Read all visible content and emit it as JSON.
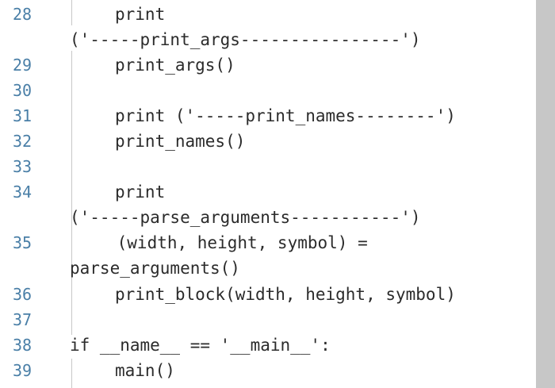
{
  "editor": {
    "lines": [
      {
        "number": "28",
        "text": "print"
      },
      {
        "number": "",
        "text": "('-----print_args----------------')"
      },
      {
        "number": "29",
        "text": "print_args()"
      },
      {
        "number": "30",
        "text": ""
      },
      {
        "number": "31",
        "text": "print ('-----print_names--------')"
      },
      {
        "number": "32",
        "text": "print_names()"
      },
      {
        "number": "33",
        "text": ""
      },
      {
        "number": "34",
        "text": "print"
      },
      {
        "number": "",
        "text": "('-----parse_arguments-----------')"
      },
      {
        "number": "35",
        "text": " (width, height, symbol) ="
      },
      {
        "number": "",
        "text": "parse_arguments()"
      },
      {
        "number": "36",
        "text": "print_block(width, height, symbol)"
      },
      {
        "number": "37",
        "text": ""
      },
      {
        "number": "38",
        "text": "if __name__ == '__main__':"
      },
      {
        "number": "39",
        "text": "main()"
      }
    ]
  }
}
